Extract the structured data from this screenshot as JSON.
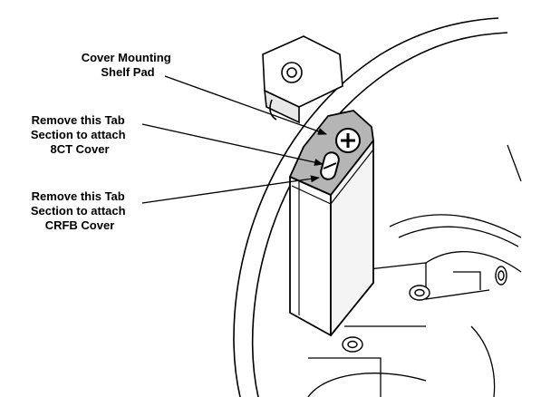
{
  "labels": {
    "shelf_pad": [
      "Cover Mounting",
      "Shelf Pad"
    ],
    "tab_8ct": [
      "Remove this Tab",
      "Section to attach",
      "8CT Cover"
    ],
    "tab_crfb": [
      "Remove this Tab",
      "Section to attach",
      "CRFB Cover"
    ]
  },
  "colors": {
    "line": "#000000",
    "tab_fill": "#b5b5b5",
    "background": "#ffffff"
  }
}
